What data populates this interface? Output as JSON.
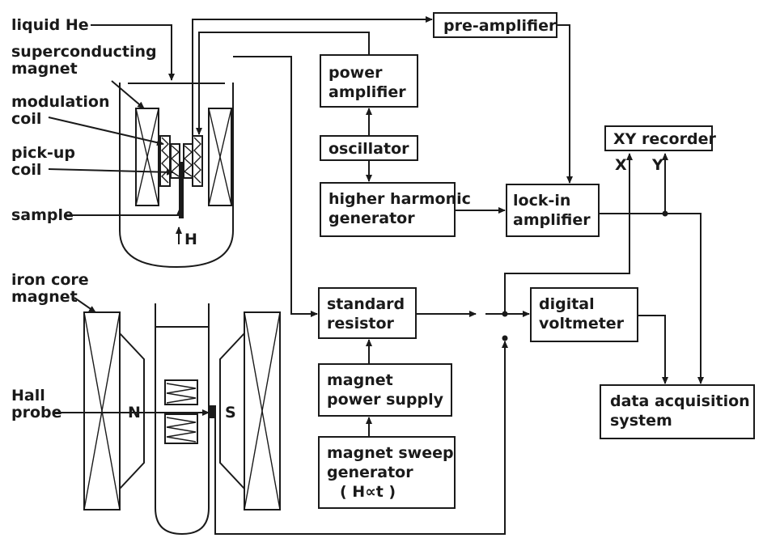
{
  "labels": {
    "liquid_he": "liquid He",
    "superconducting_magnet": [
      "superconducting",
      "magnet"
    ],
    "modulation_coil": [
      "modulation",
      "coil"
    ],
    "pickup_coil": [
      "pick-up",
      "coil"
    ],
    "sample": "sample",
    "field_h": "H",
    "iron_core_magnet": [
      "iron core",
      "magnet"
    ],
    "hall_probe": [
      "Hall",
      "probe"
    ],
    "pole_n": "N",
    "pole_s": "S",
    "x_input": "X",
    "y_input": "Y"
  },
  "boxes": {
    "pre_amplifier": [
      "pre-amplifier"
    ],
    "power_amplifier": [
      "power",
      "amplifier"
    ],
    "oscillator": [
      "oscillator"
    ],
    "higher_harmonic_generator": [
      "higher harmonic",
      "generator"
    ],
    "lock_in_amplifier": [
      "lock-in",
      "amplifier"
    ],
    "xy_recorder": [
      "XY recorder"
    ],
    "standard_resistor": [
      "standard",
      "resistor"
    ],
    "digital_voltmeter": [
      "digital",
      "voltmeter"
    ],
    "magnet_power_supply": [
      "magnet",
      "power supply"
    ],
    "magnet_sweep_generator": [
      "magnet sweep",
      "generator",
      "( H∝t )"
    ],
    "data_acquisition_system": [
      "data acquisition",
      "system"
    ]
  },
  "colors": {
    "ink": "#1a1a1a",
    "paper": "#ffffff"
  }
}
